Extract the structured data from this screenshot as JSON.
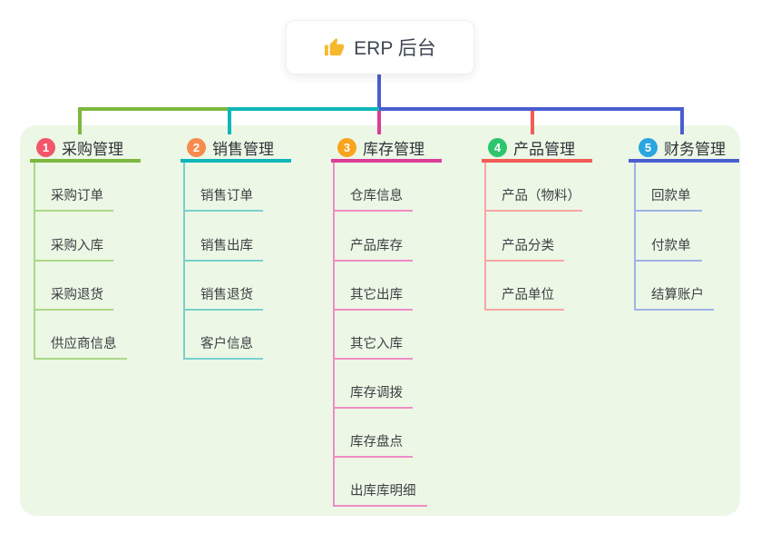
{
  "root": {
    "title": "ERP 后台",
    "icon": "thumbs-up-icon"
  },
  "colors": {
    "panel-bg": "#ecf7e6",
    "root-line": "#4a5ed0",
    "header-text": "#2e3338",
    "leaf-text": "#3c4043",
    "branch1": "#7cb83e",
    "branch1-light": "#abd887",
    "badge1": "#f3566a",
    "branch2": "#10b6b9",
    "branch2-light": "#79d0cd",
    "badge2": "#f78b4e",
    "branch3": "#db3d98",
    "branch3-light": "#f08cc5",
    "badge3": "#f9a41d",
    "bran4-note": "",
    "branch4": "#f25c55",
    "branch4-light": "#f7a6a1",
    "badge4": "#2ec56f",
    "branch5": "#4a5ed0",
    "branch5-light": "#9eb3e6",
    "badge5": "#2aa5df"
  },
  "branches": [
    {
      "num": "1",
      "label": "采购管理",
      "children": [
        "采购订单",
        "采购入库",
        "采购退货",
        "供应商信息"
      ]
    },
    {
      "num": "2",
      "label": "销售管理",
      "children": [
        "销售订单",
        "销售出库",
        "销售退货",
        "客户信息"
      ]
    },
    {
      "num": "3",
      "label": "库存管理",
      "children": [
        "仓库信息",
        "产品库存",
        "其它出库",
        "其它入库",
        "库存调拨",
        "库存盘点",
        "出库库明细"
      ]
    },
    {
      "num": "4",
      "label": "产品管理",
      "children": [
        "产品（物料）",
        "产品分类",
        "产品单位"
      ]
    },
    {
      "num": "5",
      "label": "财务管理",
      "children": [
        "回款单",
        "付款单",
        "结算账户"
      ]
    }
  ]
}
